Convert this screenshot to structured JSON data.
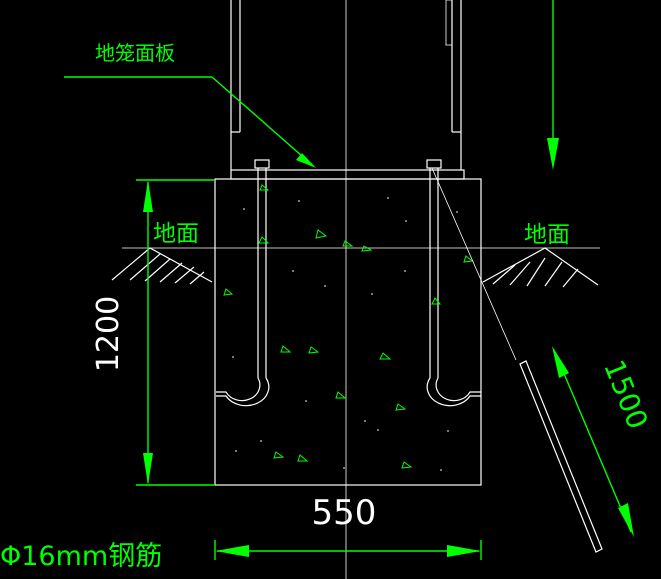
{
  "labels": {
    "panel_label": "地笼面板",
    "ground_left": "地面",
    "ground_right": "地面",
    "depth_dim": "1200",
    "width_dim": "550",
    "bolt_len_dim": "1500",
    "rebar_note": "Φ16mm钢筋"
  },
  "colors": {
    "background": "#000000",
    "linework": "#ffffff",
    "annotation": "#00ff00"
  }
}
